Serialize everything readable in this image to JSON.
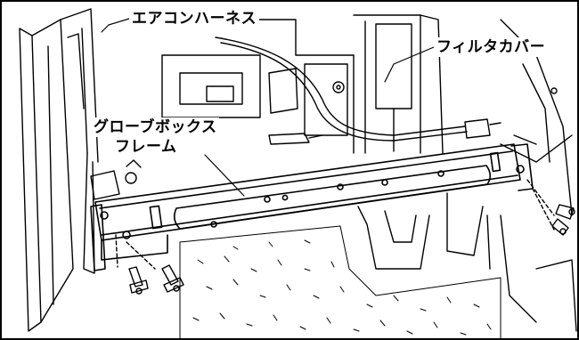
{
  "labels": {
    "aircon_harness": "エアコンハーネス",
    "filter_cover": "フィルタカバー",
    "glovebox_frame_line1": "グローブボックス",
    "glovebox_frame_line2": "フレーム"
  },
  "colors": {
    "ink": "#000000",
    "paper": "#ffffff"
  }
}
